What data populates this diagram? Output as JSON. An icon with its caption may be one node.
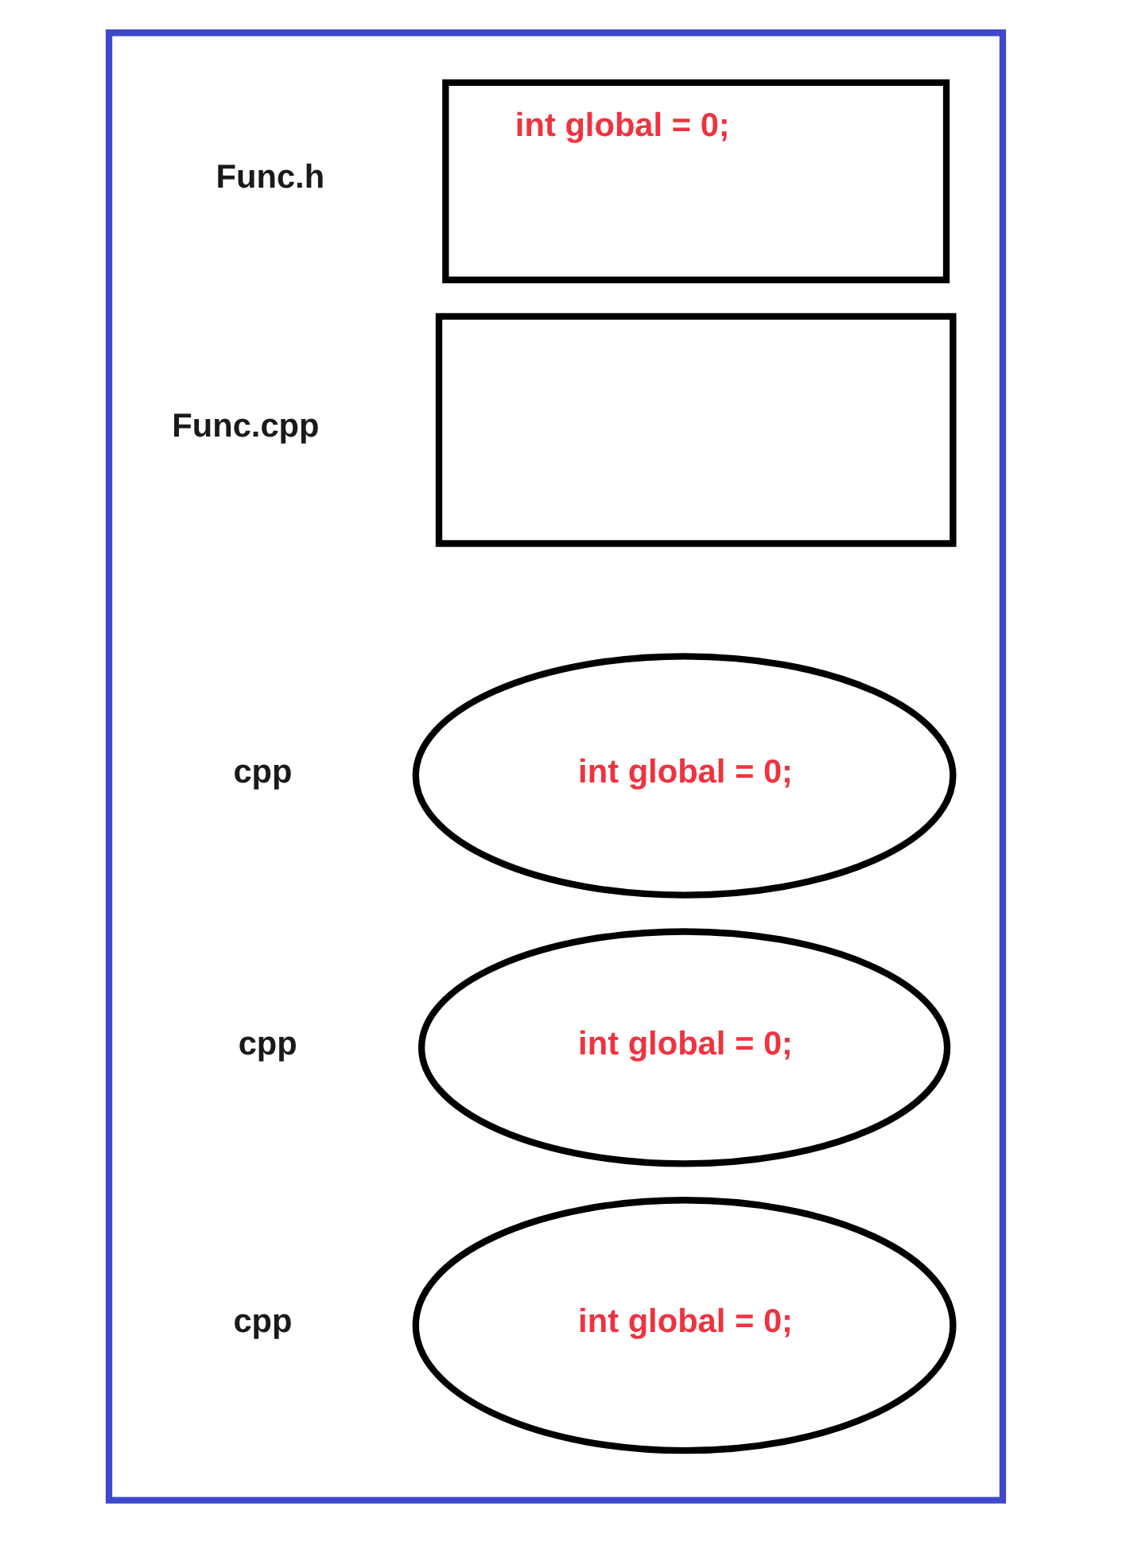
{
  "diagram": {
    "nodes": [
      {
        "text": [],
        "shape": "box"
      },
      {
        "text": [
          "int global = 0;"
        ],
        "in": 0,
        "beside": [
          "Func.h"
        ]
      },
      {
        "text": [],
        "shape": "box",
        "in": 0,
        "beside": [
          "Func.cpp"
        ]
      },
      {
        "text": [
          "int global = 0;"
        ],
        "in": 0,
        "beside": [
          "cpp"
        ]
      },
      {
        "text": [
          "int global = 0;"
        ],
        "in": 0,
        "beside": [
          "cpp"
        ]
      },
      {
        "text": [
          "int global = 0;"
        ],
        "in": 0,
        "beside": [
          "cpp"
        ]
      }
    ]
  }
}
